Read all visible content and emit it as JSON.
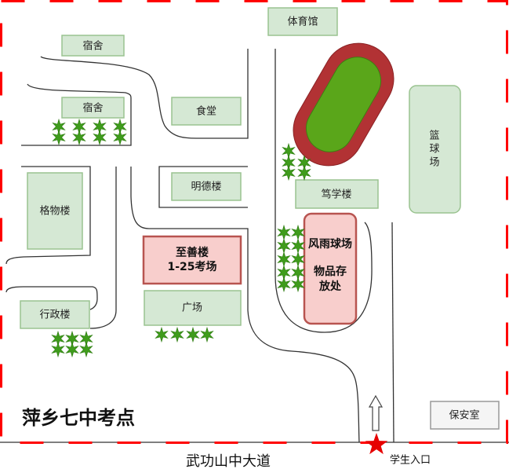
{
  "map": {
    "title": "萍乡七中考点",
    "road_name": "武功山中大道",
    "entrance_label": "学生入口",
    "buildings": {
      "dorm_1": "宿舍",
      "dorm_2": "宿舍",
      "canteen": "食堂",
      "gym": "体育馆",
      "mingde": "明德楼",
      "gewu": "格物楼",
      "duxue": "笃学楼",
      "basketball": [
        "篮",
        "球",
        "场"
      ],
      "zhishan": [
        "至善楼",
        "1-25考场"
      ],
      "fengyu": [
        "风雨球场",
        "物品存",
        "放处"
      ],
      "admin": "行政楼",
      "square": "广场",
      "security": "保安室"
    },
    "colors": {
      "boundary": "#ff0000",
      "building_fill": "#d5e8d4",
      "exam_fill": "#f8cecc",
      "track": "#b23234",
      "field": "#5aa61a",
      "tree": "#3f9c1c",
      "entrance_star": "#e60000"
    }
  }
}
